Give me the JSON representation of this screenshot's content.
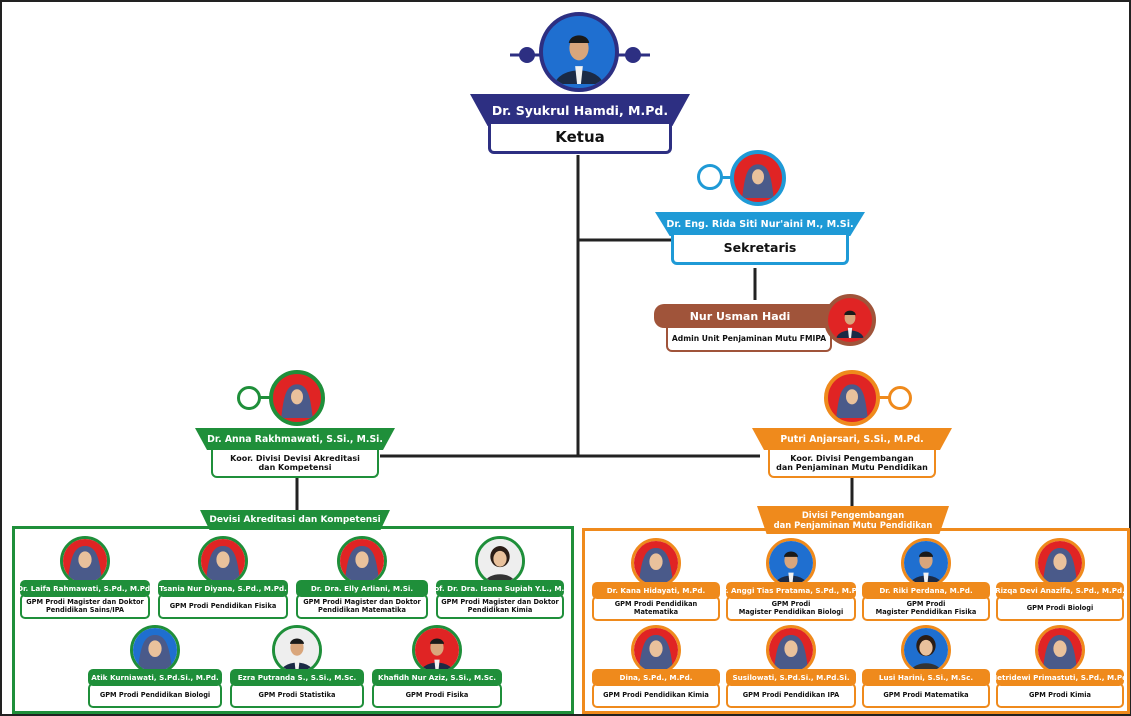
{
  "colors": {
    "ketua": "#2d2f82",
    "sekretaris": "#1f9ad6",
    "admin": "#a0543a",
    "green": "#1f8f3a",
    "orange": "#ef8a1c",
    "red_bg": "#e02424",
    "blue_bg": "#1f6fd0"
  },
  "ketua": {
    "name": "Dr. Syukrul Hamdi, M.Pd.",
    "role": "Ketua"
  },
  "sekretaris": {
    "name": "Dr. Eng. Rida Siti Nur'aini M., M.Si.",
    "role": "Sekretaris"
  },
  "admin": {
    "name": "Nur Usman Hadi",
    "role": "Admin Unit Penjaminan Mutu FMIPA"
  },
  "koor_left": {
    "name": "Dr. Anna Rakhmawati, S.Si., M.Si.",
    "role": "Koor. Divisi Devisi Akreditasi\ndan Kompetensi"
  },
  "koor_right": {
    "name": "Putri Anjarsari, S.Si., M.Pd.",
    "role": "Koor. Divisi Pengembangan\ndan Penjaminan Mutu Pendidikan"
  },
  "division_left": {
    "title": "Devisi Akreditasi dan Kompetensi"
  },
  "division_right": {
    "title": "Divisi Pengembangan\ndan Penjaminan Mutu Pendidikan"
  },
  "left_members": [
    {
      "name": "Dr. Laifa Rahmawati, S.Pd., M.Pd.",
      "role": "GPM Prodi Magister dan Doktor\nPendidikan Sains/IPA",
      "bg": "red",
      "style": "hijab"
    },
    {
      "name": "Tsania Nur Diyana, S.Pd., M.Pd.",
      "role": "GPM Prodi Pendidikan Fisika",
      "bg": "red",
      "style": "hijab"
    },
    {
      "name": "Dr. Dra. Elly Arliani, M.Si.",
      "role": "GPM Prodi Magister dan Doktor\nPendidikan Matematika",
      "bg": "red",
      "style": "hijab"
    },
    {
      "name": "Prof. Dr. Dra. Isana Supiah Y.L., M.Si.",
      "role": "GPM Prodi Magister dan Doktor\nPendidikan Kimia",
      "bg": "light",
      "style": "hair"
    },
    {
      "name": "Atik Kurniawati, S.Pd.Si., M.Pd.",
      "role": "GPM Prodi Pendidikan Biologi",
      "bg": "blue",
      "style": "hijab"
    },
    {
      "name": "Ezra Putranda S., S.Si., M.Sc.",
      "role": "GPM Prodi Statistika",
      "bg": "light",
      "style": "man"
    },
    {
      "name": "Khafidh Nur Aziz, S.Si., M.Sc.",
      "role": "GPM Prodi Fisika",
      "bg": "red",
      "style": "man"
    }
  ],
  "right_members": [
    {
      "name": "Dr. Kana Hidayati, M.Pd.",
      "role": "GPM Prodi Pendidikan Matematika",
      "bg": "red",
      "style": "hijab"
    },
    {
      "name": "Dr. Anggi Tias Pratama, S.Pd., M.Pd.",
      "role": "GPM Prodi\nMagister Pendidikan Biologi",
      "bg": "blue",
      "style": "man"
    },
    {
      "name": "Dr. Riki Perdana, M.Pd.",
      "role": "GPM Prodi\nMagister Pendidikan Fisika",
      "bg": "blue",
      "style": "man"
    },
    {
      "name": "Rizqa Devi Anazifa, S.Pd., M.Pd.",
      "role": "GPM Prodi Biologi",
      "bg": "red",
      "style": "hijab"
    },
    {
      "name": "Dina, S.Pd., M.Pd.",
      "role": "GPM Prodi Pendidikan Kimia",
      "bg": "red",
      "style": "hijab"
    },
    {
      "name": "Susilowati, S.Pd.Si., M.Pd.Si.",
      "role": "GPM Prodi Pendidikan IPA",
      "bg": "red",
      "style": "hijab"
    },
    {
      "name": "Lusi Harini, S.Si., M.Sc.",
      "role": "GPM Prodi Matematika",
      "bg": "blue",
      "style": "hair"
    },
    {
      "name": "Metridewi Primastuti, S.Pd., M.Pd.",
      "role": "GPM Prodi Kimia",
      "bg": "red",
      "style": "hijab"
    }
  ]
}
